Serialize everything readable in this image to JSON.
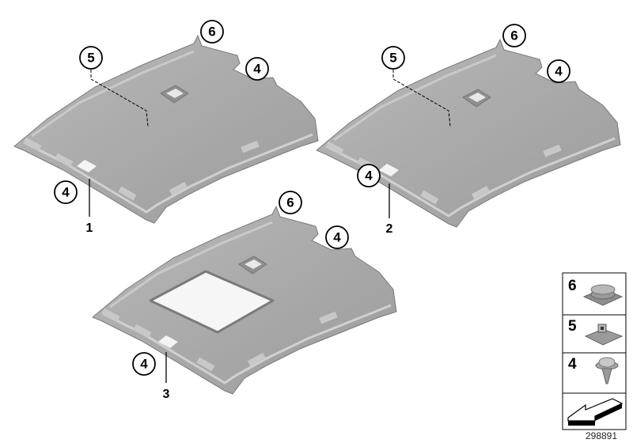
{
  "diagram": {
    "assemblies": [
      {
        "label": "1",
        "callouts": [
          "5",
          "6",
          "4",
          "4"
        ],
        "sunroof": false
      },
      {
        "label": "2",
        "callouts": [
          "5",
          "6",
          "4",
          "4"
        ],
        "sunroof": false
      },
      {
        "label": "3",
        "callouts": [
          "6",
          "4",
          "4"
        ],
        "sunroof": true
      }
    ],
    "legend": [
      {
        "number": "6",
        "part_icon": "round-clip-icon"
      },
      {
        "number": "5",
        "part_icon": "square-clip-icon"
      },
      {
        "number": "4",
        "part_icon": "expanding-rivet-icon"
      }
    ],
    "direction_icon": "front-direction-arrow-icon",
    "reference_number": "298891",
    "colors": {
      "part_fill": "#a9a9a9",
      "part_edge": "#7a7a7a",
      "highlight": "#d4d4d4"
    }
  }
}
